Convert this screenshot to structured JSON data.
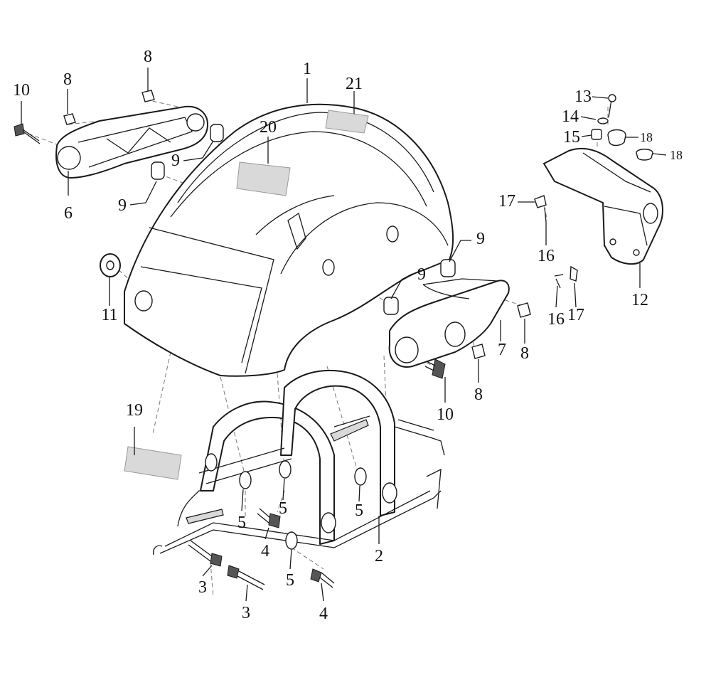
{
  "callouts": [
    {
      "id": "c1",
      "text": "1"
    },
    {
      "id": "c2",
      "text": "2"
    },
    {
      "id": "c3a",
      "text": "3"
    },
    {
      "id": "c3b",
      "text": "3"
    },
    {
      "id": "c4a",
      "text": "4"
    },
    {
      "id": "c4b",
      "text": "4"
    },
    {
      "id": "c5a",
      "text": "5"
    },
    {
      "id": "c5b",
      "text": "5"
    },
    {
      "id": "c5c",
      "text": "5"
    },
    {
      "id": "c5d",
      "text": "5"
    },
    {
      "id": "c6",
      "text": "6"
    },
    {
      "id": "c7",
      "text": "7"
    },
    {
      "id": "c8a",
      "text": "8"
    },
    {
      "id": "c8b",
      "text": "8"
    },
    {
      "id": "c8c",
      "text": "8"
    },
    {
      "id": "c8d",
      "text": "8"
    },
    {
      "id": "c9a",
      "text": "9"
    },
    {
      "id": "c9b",
      "text": "9"
    },
    {
      "id": "c9c",
      "text": "9"
    },
    {
      "id": "c9d",
      "text": "9"
    },
    {
      "id": "c10a",
      "text": "10"
    },
    {
      "id": "c10b",
      "text": "10"
    },
    {
      "id": "c11",
      "text": "11"
    },
    {
      "id": "c12",
      "text": "12"
    },
    {
      "id": "c13",
      "text": "13"
    },
    {
      "id": "c14",
      "text": "14"
    },
    {
      "id": "c15",
      "text": "15"
    },
    {
      "id": "c16a",
      "text": "16"
    },
    {
      "id": "c16b",
      "text": "16"
    },
    {
      "id": "c17a",
      "text": "17"
    },
    {
      "id": "c17b",
      "text": "17"
    },
    {
      "id": "c18a",
      "text": "18"
    },
    {
      "id": "c18b",
      "text": "18"
    },
    {
      "id": "c19",
      "text": "19"
    },
    {
      "id": "c20",
      "text": "20"
    },
    {
      "id": "c21",
      "text": "21"
    }
  ]
}
